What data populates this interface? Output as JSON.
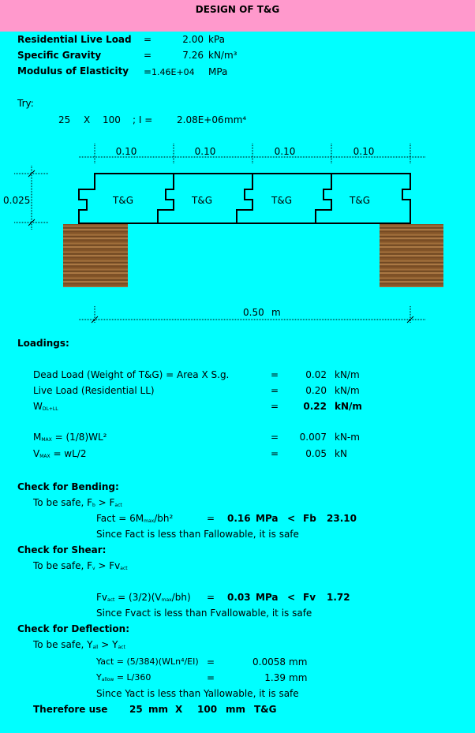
{
  "header": {
    "title": "DESIGN OF T&G"
  },
  "props": {
    "rows": [
      {
        "label": "Residential Live Load",
        "eq": "=",
        "value": "2.00",
        "unit": "kPa"
      },
      {
        "label": "Specific Gravity",
        "eq": "=",
        "value": "7.26",
        "unit": "kN/m³"
      },
      {
        "label": "Modulus of Elasticity",
        "eq": "=",
        "value": "1.46E+04",
        "unit": "MPa"
      }
    ]
  },
  "trial": {
    "label": "Try:",
    "width": "25",
    "x": "X",
    "depth": "100",
    "i_text": "; I   =",
    "i_value": "2.08E+06",
    "i_unit": "mm⁴"
  },
  "diagram": {
    "spacings": [
      "0.10",
      "0.10",
      "0.10",
      "0.10"
    ],
    "board_label": "T&G",
    "thickness": "0.025",
    "span": "0.50",
    "span_unit": "m"
  },
  "loadings": {
    "title": "Loadings:",
    "dead": {
      "label": "Dead Load (Weight of T&G) = Area X S.g.",
      "eq": "=",
      "value": "0.02",
      "unit": "kN/m"
    },
    "live": {
      "label": "Live Load (Residential LL)",
      "eq": "=",
      "value": "0.20",
      "unit": "kN/m"
    },
    "total": {
      "label": "W",
      "sub": "DL+LL",
      "eq": "=",
      "value": "0.22",
      "unit": "kN/m"
    },
    "mmax": {
      "label_a": "M",
      "sub": "MAX",
      "label_b": " = (1/8)WL²",
      "eq": "=",
      "value": "0.007",
      "unit": "kN-m"
    },
    "vmax": {
      "label_a": "V",
      "sub": "MAX",
      "label_b": " = wL/2",
      "eq": "=",
      "value": "0.05",
      "unit": "kN"
    }
  },
  "bending": {
    "title": "Check for Bending:",
    "safe": "To be safe, F",
    "safe_sub_a": "b",
    "safe_mid": " > F",
    "safe_sub_b": "act",
    "formula": "Fact = 6M",
    "formula_sub": "max",
    "formula_end": "/bh²",
    "eq": "=",
    "value": "0.16",
    "unit": "MPa",
    "cmp": "<",
    "allow_label": "Fb",
    "allow_value": "23.10",
    "conclusion": "Since Fact is less than Fallowable, it is safe"
  },
  "shear": {
    "title": "Check for Shear:",
    "safe": "To be safe, F",
    "safe_sub_a": "v",
    "safe_mid": " > Fv",
    "safe_sub_b": "act",
    "formula_a": "Fv",
    "formula_sub": "act",
    "formula_b": " = (3/2)(V",
    "formula_sub2": "max",
    "formula_c": "/bh)",
    "eq": "=",
    "value": "0.03",
    "unit": "MPa",
    "cmp": "<",
    "allow_label": "Fv",
    "allow_value": "1.72",
    "conclusion": "Since Fvact is less than Fvallowable, it is safe"
  },
  "deflection": {
    "title": "Check for Deflection:",
    "safe": "To be safe, Y",
    "safe_sub_a": "all",
    "safe_mid": " > Y",
    "safe_sub_b": "act",
    "yact_label": "Yact = (5/384)(WLn⁴/EI)",
    "eq": "=",
    "yact_value": "0.0058",
    "yact_unit": "mm",
    "yall_a": "Y",
    "yall_sub": "allow",
    "yall_b": " = L/360",
    "yall_value": "1.39",
    "yall_unit": "mm",
    "conclusion": "Since Yact is less than Yallowable, it is safe"
  },
  "result": {
    "label": "Therefore use",
    "width": "25",
    "unit1": "mm",
    "x": "X",
    "depth": "100",
    "unit2": "mm",
    "type": "T&G"
  }
}
